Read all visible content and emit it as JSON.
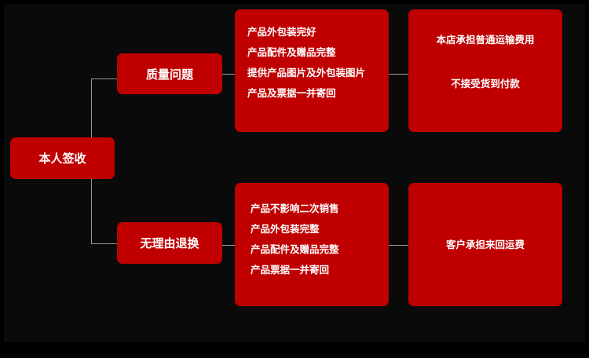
{
  "diagram": {
    "root": {
      "label": "本人签收"
    },
    "branches": [
      {
        "label": "质量问题",
        "conditions": [
          "产品外包装完好",
          "产品配件及赠品完整",
          "提供产品图片及外包装图片",
          "产品及票据一并寄回"
        ],
        "results": [
          "本店承担普通运输费用",
          "不接受货到付款"
        ]
      },
      {
        "label": "无理由退换",
        "conditions": [
          "产品不影响二次销售",
          "产品外包装完整",
          "产品配件及赠品完整",
          "产品票据一并寄回"
        ],
        "results": [
          "客户承担来回运费"
        ]
      }
    ]
  },
  "colors": {
    "box": "#c00000",
    "background": "#000000",
    "connector": "#9a9a9a",
    "text": "#ffffff"
  }
}
